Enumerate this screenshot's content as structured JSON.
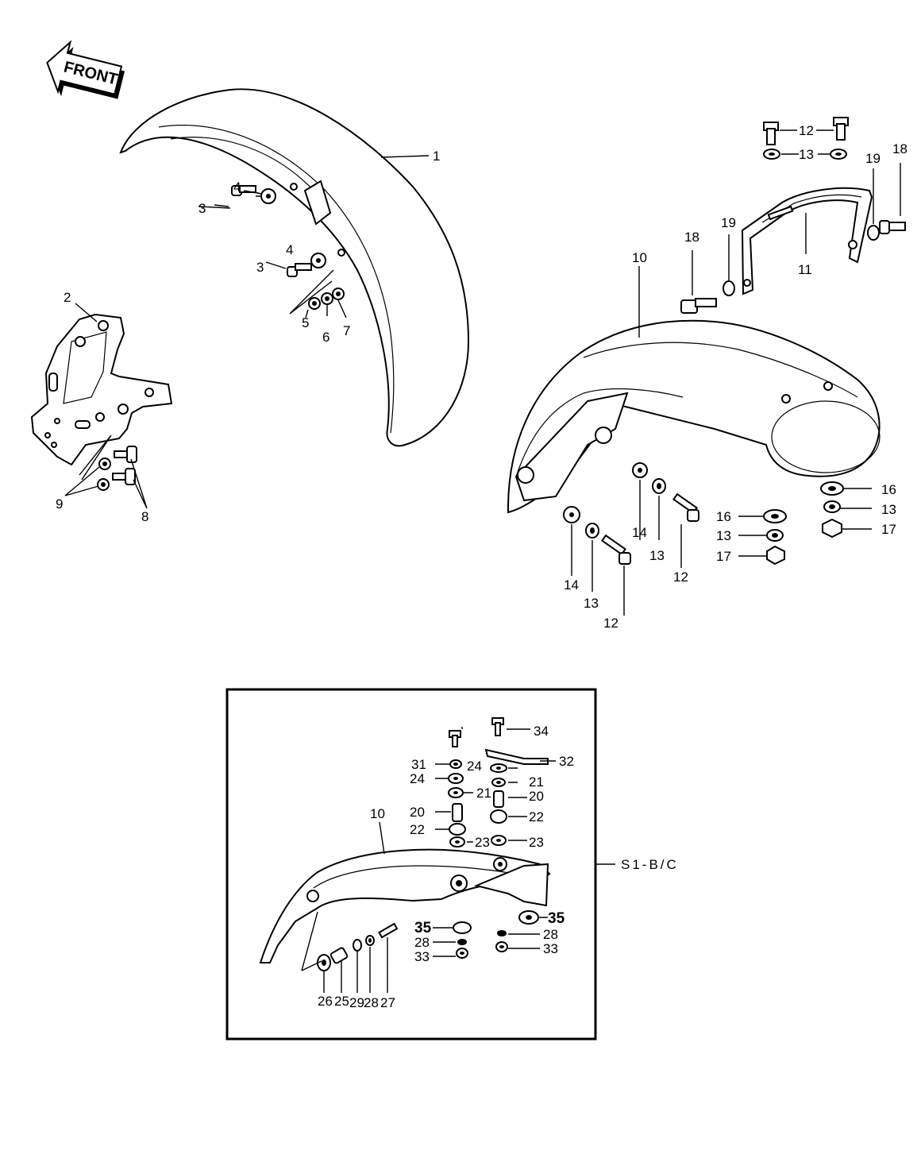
{
  "front_arrow": {
    "label": "FRONT"
  },
  "inset": {
    "label": "S1-B/C"
  },
  "callouts": {
    "c1": "1",
    "c2": "2",
    "c3a": "3",
    "c3b": "3",
    "c4a": "4",
    "c4b": "4",
    "c5": "5",
    "c6": "6",
    "c7": "7",
    "c8": "8",
    "c9": "9",
    "c10": "10",
    "c11": "11",
    "c12a": "12",
    "c12b": "12",
    "c12c": "12",
    "c13a": "13",
    "c13b": "13",
    "c13c": "13",
    "c13d": "13",
    "c13e": "13",
    "c14a": "14",
    "c14b": "14",
    "c16a": "16",
    "c16b": "16",
    "c17a": "17",
    "c17b": "17",
    "c18a": "18",
    "c18b": "18",
    "c19a": "19",
    "c19b": "19",
    "i10": "10",
    "i20a": "20",
    "i20b": "20",
    "i21a": "21",
    "i21b": "21",
    "i22a": "22",
    "i22b": "22",
    "i23a": "23",
    "i23b": "23",
    "i24a": "24",
    "i24b": "24",
    "i25": "25",
    "i26": "26",
    "i27": "27",
    "i28a": "28",
    "i28b": "28",
    "i28c": "28",
    "i29": "29",
    "i31": "31",
    "i32": "32",
    "i33a": "33",
    "i33b": "33",
    "i34": "34",
    "i35a": "35",
    "i35b": "35"
  }
}
